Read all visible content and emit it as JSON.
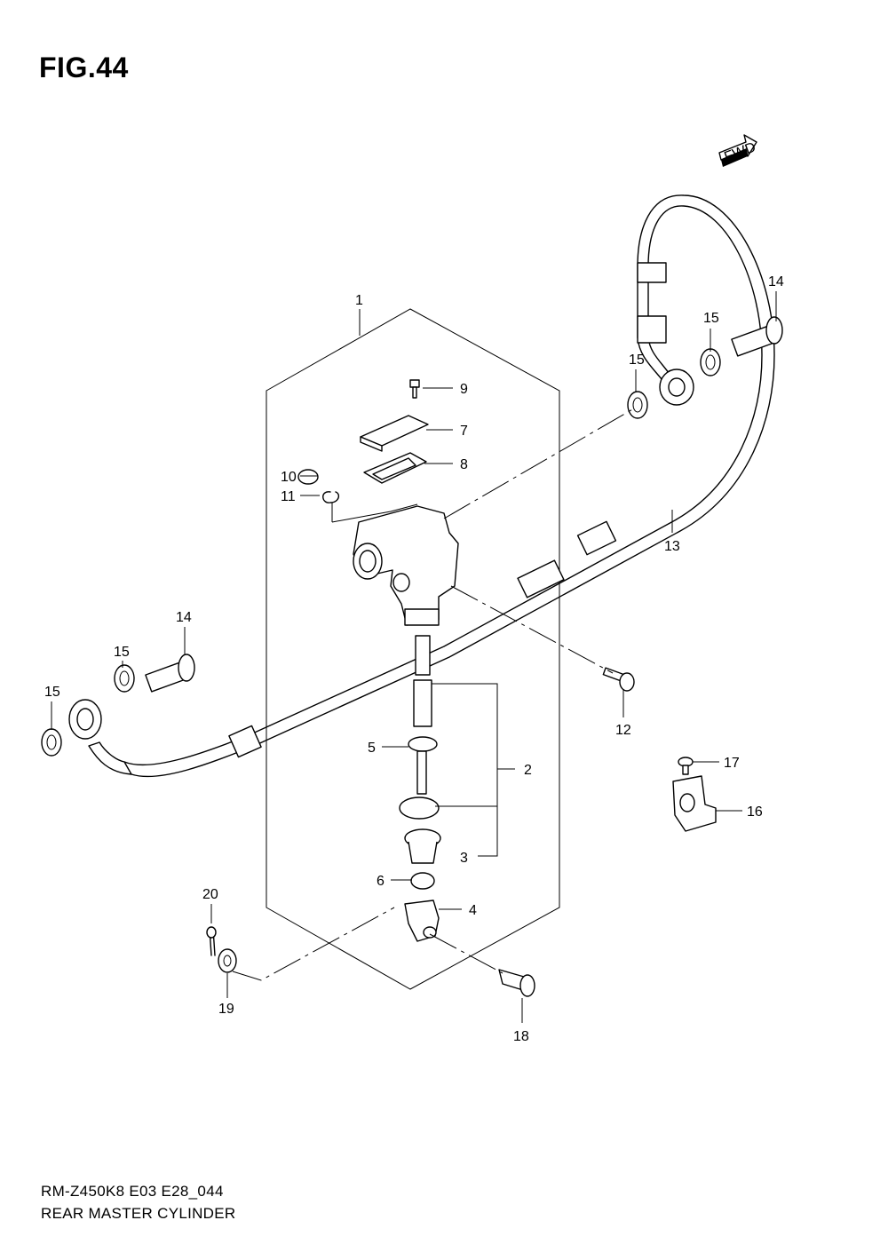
{
  "figure_title": "FIG.44",
  "fwd_label": "FWD",
  "caption": {
    "model_code": "RM-Z450K8 E03 E28_044",
    "title": "REAR MASTER CYLINDER"
  },
  "callouts": {
    "c1": "1",
    "c2": "2",
    "c3": "3",
    "c4": "4",
    "c5": "5",
    "c6": "6",
    "c7": "7",
    "c8": "8",
    "c9": "9",
    "c10": "10",
    "c11": "11",
    "c12": "12",
    "c13": "13",
    "c14a": "14",
    "c14b": "14",
    "c15a": "15",
    "c15b": "15",
    "c15c": "15",
    "c15d": "15",
    "c16": "16",
    "c17": "17",
    "c18": "18",
    "c19": "19",
    "c20": "20"
  }
}
